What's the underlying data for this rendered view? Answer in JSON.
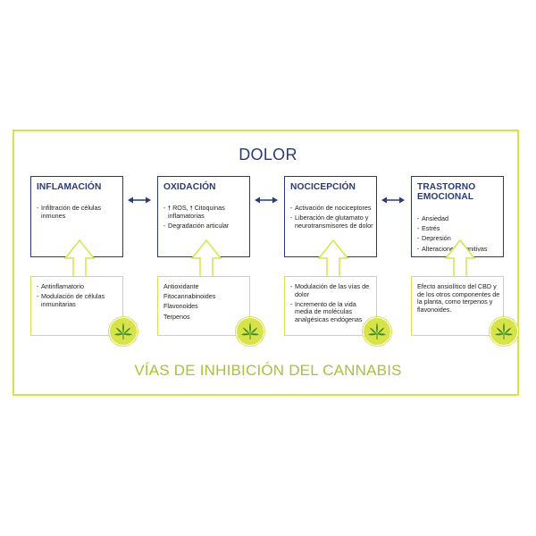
{
  "title": "DOLOR",
  "subtitle": "VÍAS DE INHIBICIÓN DEL CANNABIS",
  "colors": {
    "navy": "#2a3a77",
    "lime": "#d8e34a",
    "subtitle_green": "#a9c23a",
    "leaf_green": "#3b8b2e"
  },
  "columns": [
    {
      "heading": "INFLAMACIÓN",
      "effects": [
        "Infiltración de células inmunes"
      ],
      "inhibition_dashed": true,
      "inhibition": [
        "Antinflamatorio",
        "Modulación de células inmunitarias"
      ]
    },
    {
      "heading": "OXIDACIÓN",
      "effects": [
        "🠕 ROS, 🠕 Citoquinas inflamatorias",
        "Degradación articular"
      ],
      "inhibition_dashed": false,
      "inhibition": [
        "Antioxidante",
        "Fitocannabinoides",
        "Flavonoides",
        "Terpenos"
      ]
    },
    {
      "heading": "NOCICEPCIÓN",
      "effects": [
        "Activación de nociceptores",
        "Liberación de glutamato y neurotransmisores de dolor"
      ],
      "inhibition_dashed": true,
      "inhibition": [
        "Modulación de las vías de dolor",
        "Incremento de la vida media de moléculas analgésicas endógenas"
      ]
    },
    {
      "heading": "TRASTORNO EMOCIONAL",
      "effects": [
        "Ansiedad",
        "Estrés",
        "Depresión",
        "Alteraciones cognitivas"
      ],
      "inhibition_dashed": false,
      "inhibition": [
        "Efecto ansiolítico del CBD y de los otros componentes de la planta, como terpenos y flavonoides."
      ]
    }
  ],
  "icons": {
    "bidirectional_arrow": "double-arrow-icon",
    "hollow_up_arrow": "hollow-up-arrow-icon",
    "cannabis_leaf": "cannabis-leaf-icon"
  }
}
